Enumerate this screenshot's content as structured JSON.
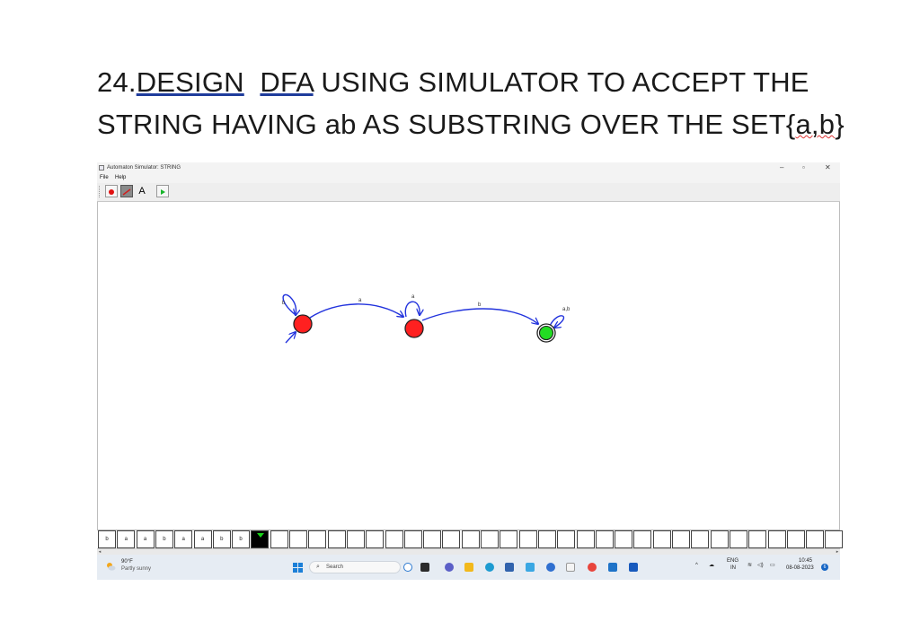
{
  "heading": {
    "num": "24.",
    "design": "DESIGN",
    "dfa": "DFA",
    "rest1": " USING SIMULATOR TO ACCEPT THE",
    "line2_pre": "STRING HAVING ab AS SUBSTRING OVER THE SET{",
    "line2_ab": "a,b",
    "line2_post": "}"
  },
  "window": {
    "title": "Automaton Simulator: STRING",
    "minimize": "–",
    "maximize": "▫",
    "close": "✕"
  },
  "menu": {
    "file": "File",
    "help": "Help"
  },
  "toolbar": {
    "text_tool_label": "A"
  },
  "automaton": {
    "states": [
      {
        "id": "q0",
        "type": "initial",
        "color": "#ff2020"
      },
      {
        "id": "q1",
        "type": "normal",
        "color": "#ff2020"
      },
      {
        "id": "q2",
        "type": "final",
        "color": "#22dd22"
      }
    ],
    "transitions": [
      {
        "from": "q0",
        "to": "q0",
        "label": "b"
      },
      {
        "from": "q0",
        "to": "q1",
        "label": "a"
      },
      {
        "from": "q1",
        "to": "q1",
        "label": "a"
      },
      {
        "from": "q1",
        "to": "q2",
        "label": "b"
      },
      {
        "from": "q2",
        "to": "q2",
        "label": "a,b"
      }
    ],
    "edge_color": "#2233dd"
  },
  "tape": {
    "symbols": [
      "b",
      "a",
      "a",
      "b",
      "a",
      "a",
      "b",
      "b"
    ],
    "head_index": 8,
    "total_cells": 39
  },
  "taskbar": {
    "temperature": "90°F",
    "condition": "Partly sunny",
    "search_placeholder": "Search",
    "lang": "ENG",
    "region": "IN",
    "time": "10:45",
    "date": "08-08-2023",
    "notif_count": "6"
  },
  "colors": {
    "accent": "#1b7fd8",
    "taskbar": "#e6ecf3"
  }
}
